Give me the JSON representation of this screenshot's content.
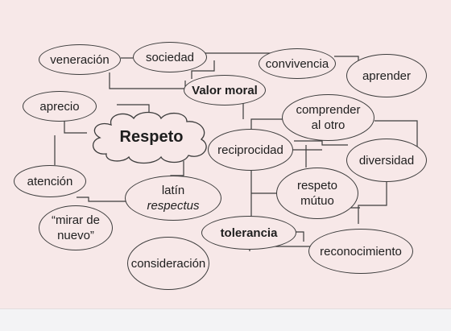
{
  "diagram": {
    "center": "Respeto",
    "nodes": {
      "veneracion": "veneración",
      "sociedad": "sociedad",
      "convivencia": "convivencia",
      "aprender": "aprender",
      "valor_moral": "Valor moral",
      "aprecio": "aprecio",
      "comprender": [
        "comprender",
        "al otro"
      ],
      "reciprocidad": "reciprocidad",
      "diversidad": "diversidad",
      "atencion": "atención",
      "latin": [
        "latín",
        "respectus"
      ],
      "respeto_mutuo": [
        "respeto",
        "mútuo"
      ],
      "mirar": [
        "“mirar de",
        "nuevo”"
      ],
      "tolerancia": "tolerancia",
      "reconocimiento": "reconocimiento",
      "consideracion": "consideración"
    }
  },
  "colors": {
    "background": "#f7e8e8",
    "stroke": "#3c3c3c",
    "text": "#1e1e1e",
    "footer": "#f3f3f5"
  }
}
